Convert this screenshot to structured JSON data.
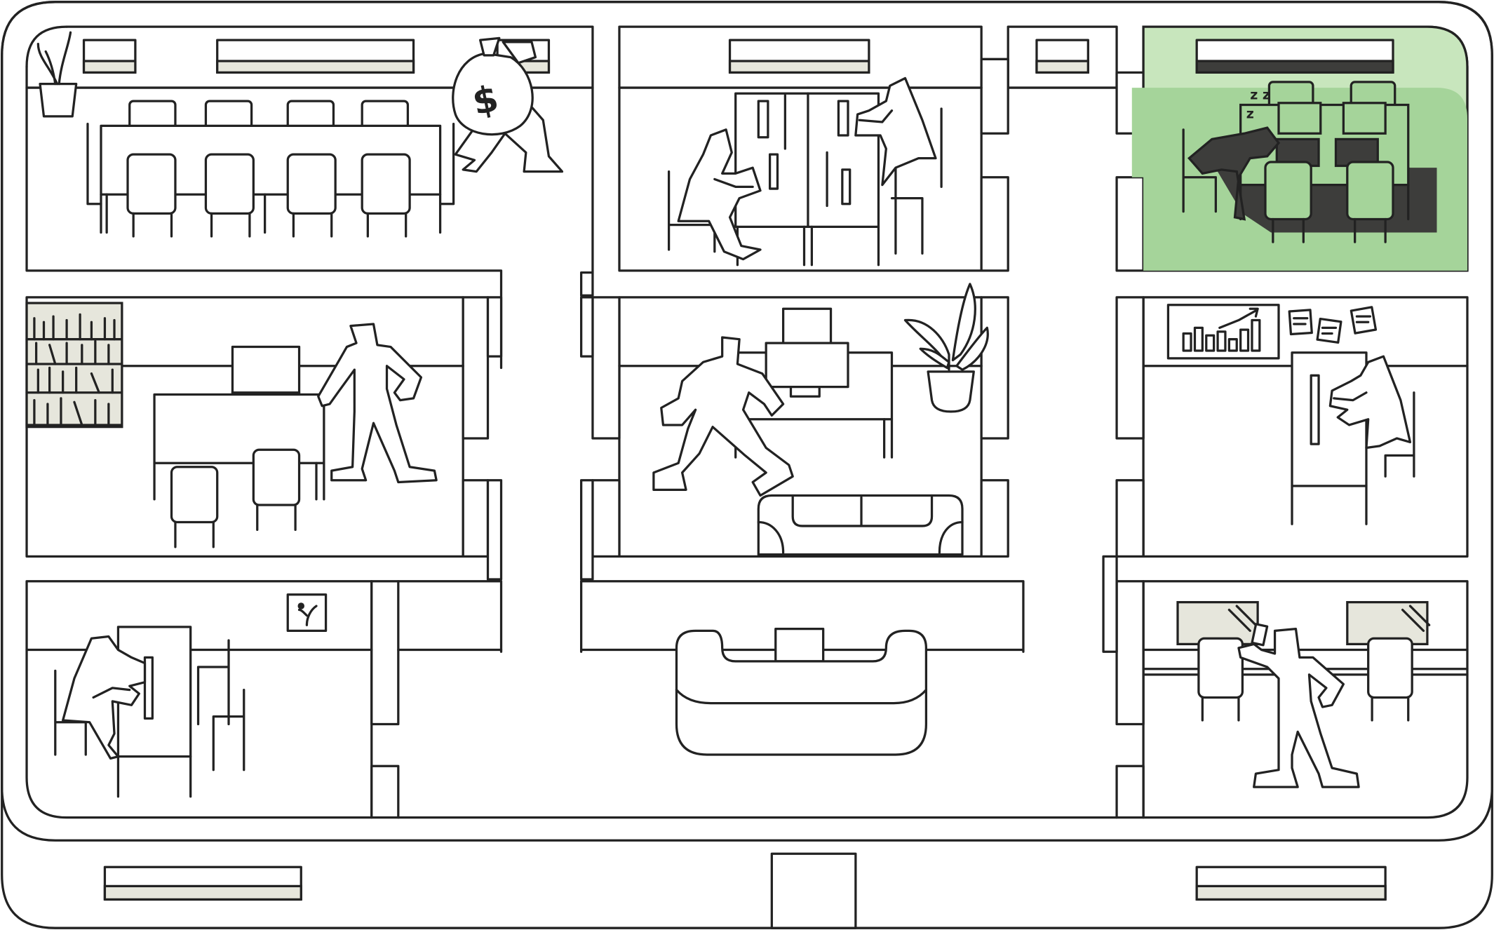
{
  "palette": {
    "line": "#222222",
    "background": "#ffffff",
    "highlight_room": "#a5d49a",
    "highlight_room_light": "#c8e6bd",
    "furniture_green": "#a5d49a",
    "shadow": "#3d3d3b",
    "window_fill": "#e6e6dc"
  },
  "rooms": [
    {
      "id": "conference-room",
      "highlighted": false
    },
    {
      "id": "meeting-booth-room",
      "highlighted": false
    },
    {
      "id": "nap-room",
      "highlighted": true
    },
    {
      "id": "library-office",
      "highlighted": false
    },
    {
      "id": "central-office",
      "highlighted": false
    },
    {
      "id": "analytics-office",
      "highlighted": false
    },
    {
      "id": "corner-office",
      "highlighted": false
    },
    {
      "id": "lobby",
      "highlighted": false
    },
    {
      "id": "window-office",
      "highlighted": false
    }
  ],
  "people": [
    {
      "id": "money-bag-thief",
      "icon": "person-carrying-money-bag-icon"
    },
    {
      "id": "booth-worker-left",
      "icon": "person-working-icon"
    },
    {
      "id": "booth-worker-right",
      "icon": "person-working-icon"
    },
    {
      "id": "sleeping-worker",
      "icon": "sleeping-person-icon"
    },
    {
      "id": "standing-person",
      "icon": "person-standing-icon"
    },
    {
      "id": "walking-person",
      "icon": "person-walking-icon"
    },
    {
      "id": "analytics-worker",
      "icon": "person-working-icon"
    },
    {
      "id": "corner-worker",
      "icon": "person-working-icon"
    },
    {
      "id": "phone-user",
      "icon": "person-with-phone-icon"
    }
  ],
  "objects": [
    "plant-icon",
    "bookshelf-icon",
    "bar-chart-board-icon",
    "sticky-notes-icon",
    "sofa-icon",
    "wall-art-icon",
    "dollar-sign-icon",
    "sleep-z-icon"
  ]
}
